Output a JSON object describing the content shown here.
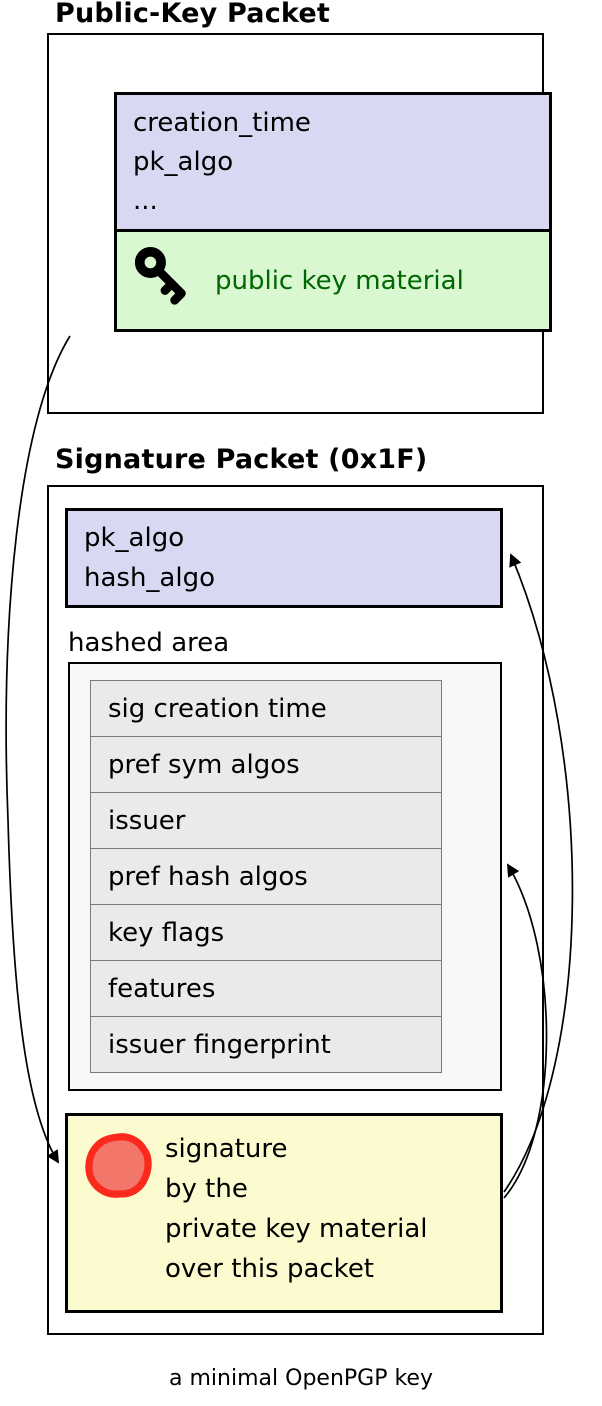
{
  "public_key_packet": {
    "title": "Public-Key Packet",
    "fields": [
      "creation_time",
      "pk_algo",
      "..."
    ],
    "key_material": "public key material"
  },
  "signature_packet": {
    "title": "Signature Packet (0x1F)",
    "fields": [
      "pk_algo",
      "hash_algo"
    ],
    "hashed_area_label": "hashed area",
    "subpackets": [
      "sig creation time",
      "pref sym algos",
      "issuer",
      "pref hash algos",
      "key flags",
      "features",
      "issuer fingerprint"
    ],
    "signature_text": [
      "signature",
      "by the",
      "private key material",
      "over this packet"
    ]
  },
  "caption": "a minimal OpenPGP key",
  "icons": {
    "key": "key-icon",
    "seal": "seal-icon"
  },
  "colors": {
    "header_fill": "#d8d8f2",
    "key_material_fill": "#d9f8d2",
    "key_material_text": "#006600",
    "hashed_area_fill": "#f7f7f7",
    "subpacket_fill": "#eaeaea",
    "signature_fill": "#fbfbcf",
    "seal_fill": "#f3766b",
    "seal_stroke": "#fb2a1c",
    "line": "#000000"
  }
}
